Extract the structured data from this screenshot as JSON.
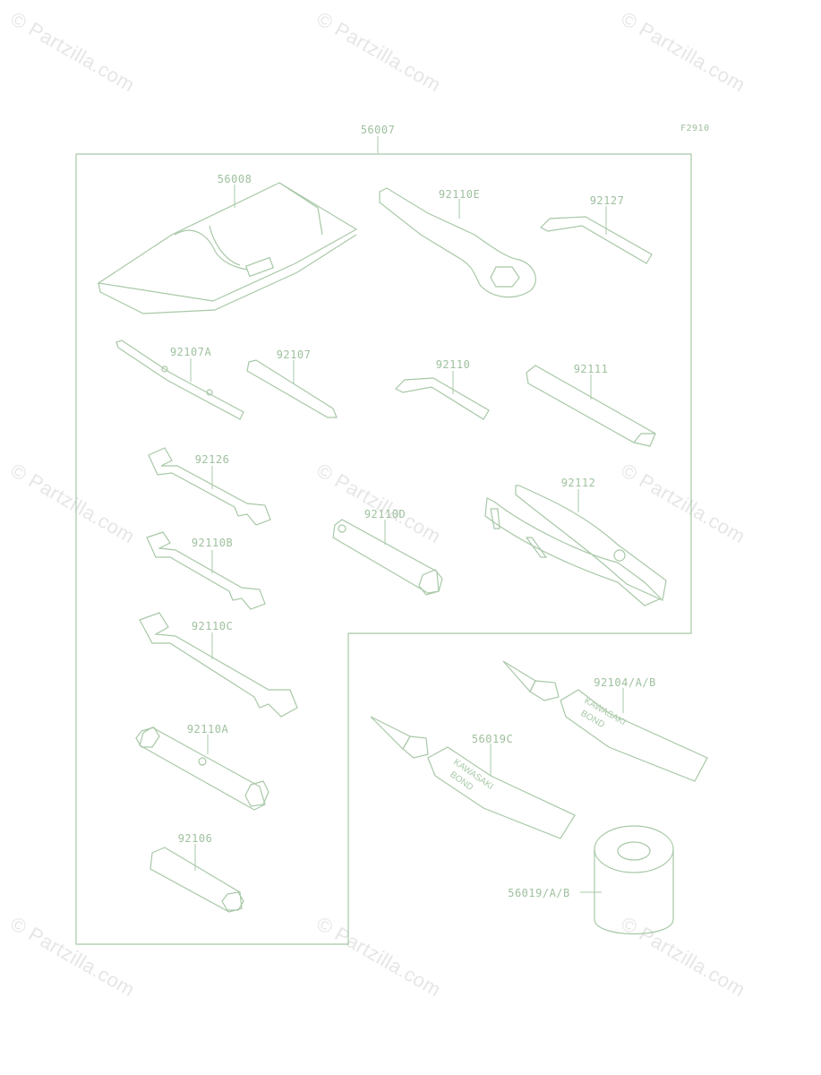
{
  "watermark": "© Partzilla.com",
  "figure_code": "F2910",
  "labels": {
    "kit": "56007",
    "toolbag": "56008",
    "ring_wrench": "92110E",
    "hex_wrench_l": "92127",
    "screwdriver_grip": "92107A",
    "screwdriver_bit": "92107",
    "hex_wrench_s": "92110",
    "extension_bar": "92111",
    "open_wrench_1": "92126",
    "plug_wrench": "92110D",
    "pliers": "92112",
    "open_wrench_2": "92110B",
    "open_wrench_3": "92110C",
    "tubular_wrench": "92110A",
    "handle": "92106",
    "bond_tube_small": "92104/A/B",
    "bond_tube_large": "56019C",
    "bond_can": "56019/A/B"
  },
  "tube_text": [
    "KAWASAKI",
    "BOND"
  ]
}
